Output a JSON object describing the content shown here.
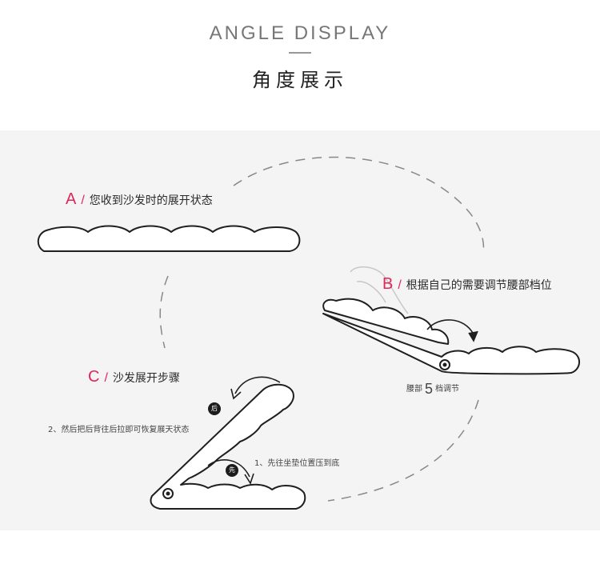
{
  "header": {
    "title_en": "ANGLE DISPLAY",
    "title_cn": "角度展示"
  },
  "states": {
    "a": {
      "letter": "A",
      "text": "您收到沙发时的展开状态"
    },
    "b": {
      "letter": "B",
      "text": "根据自己的需要调节腰部档位"
    },
    "c": {
      "letter": "C",
      "text": "沙发展开步骤"
    }
  },
  "gear": {
    "prefix": "腰部",
    "number": "5",
    "suffix": "档调节"
  },
  "steps": {
    "step_after_badge": "后",
    "step_after_text": "2、然后把后背往后拉即可恢复展天状态",
    "step_first_badge": "先",
    "step_first_text": "1、先往坐垫位置压到底"
  },
  "colors": {
    "accent": "#e0265a",
    "panel_bg": "#f4f4f4",
    "outline": "#1f1f1f"
  }
}
